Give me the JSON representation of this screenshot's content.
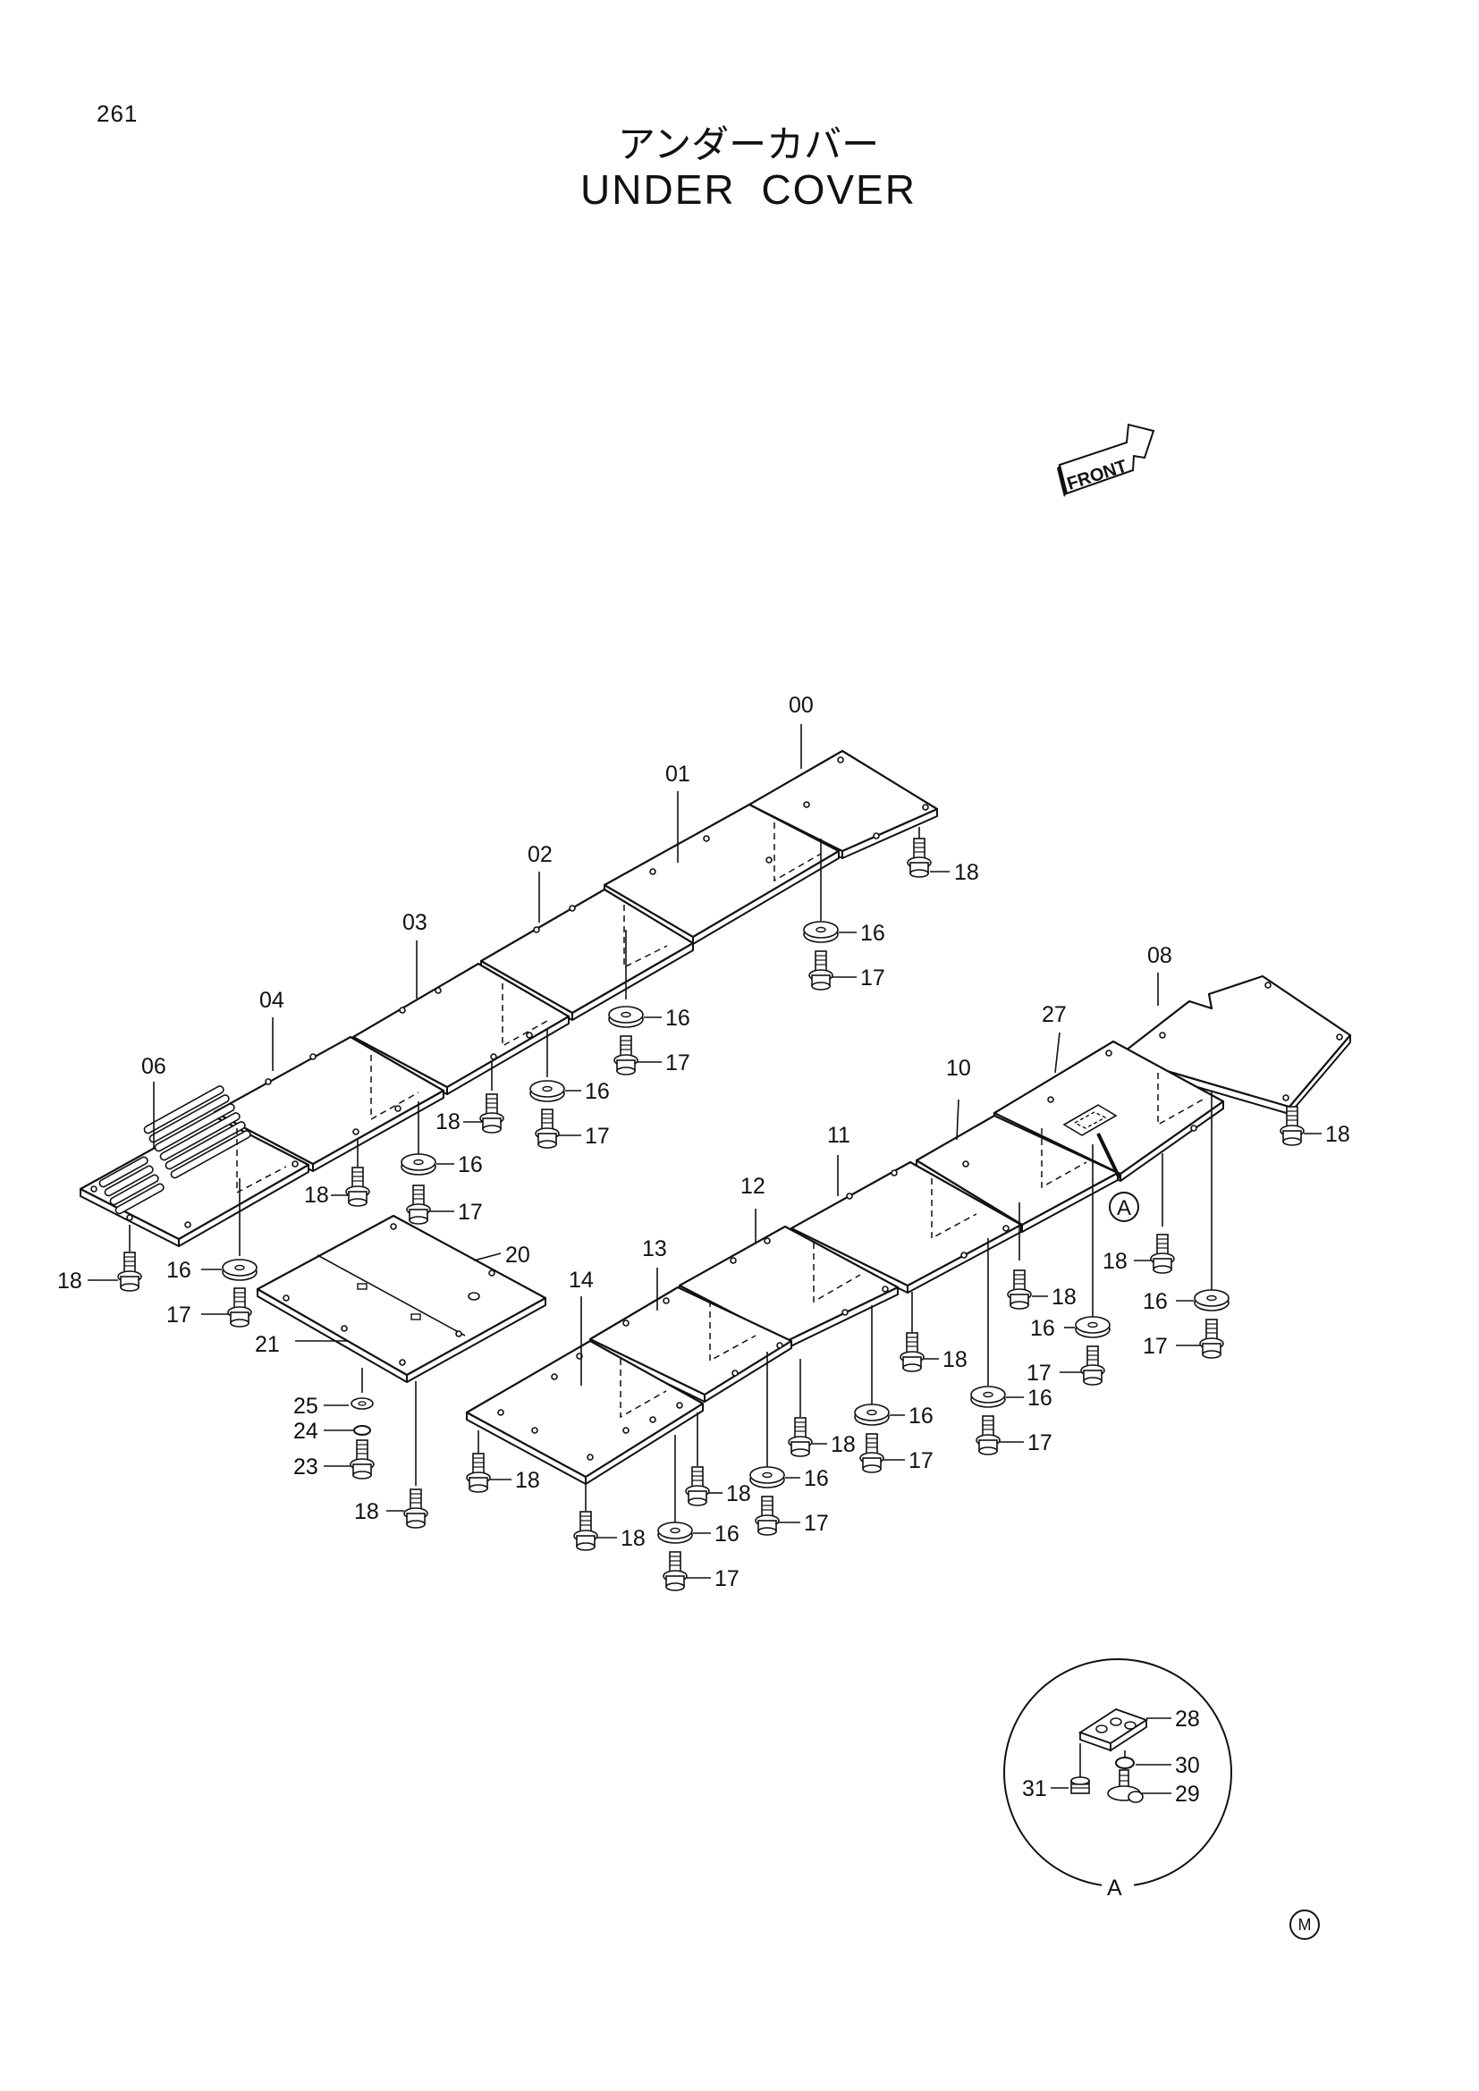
{
  "page_number": "261",
  "title_jp": "アンダーカバー",
  "title_en": "UNDER COVER",
  "front_arrow_label": "FRONT",
  "detail_callout": "A",
  "detail_view_label": "A",
  "maker_mark": "M",
  "icons": [
    "front-direction-arrow-icon",
    "registered-mark-icon"
  ],
  "part_labels": {
    "p00": "00",
    "p01": "01",
    "p02": "02",
    "p03": "03",
    "p04": "04",
    "p06": "06",
    "p08": "08",
    "p27": "27",
    "p10": "10",
    "p11": "11",
    "p12": "12",
    "p13": "13",
    "p14": "14",
    "p20": "20",
    "p21": "21",
    "p16": "16",
    "p17": "17",
    "p18": "18",
    "p23": "23",
    "p24": "24",
    "p25": "25",
    "p28": "28",
    "p29": "29",
    "p30": "30",
    "p31": "31"
  }
}
